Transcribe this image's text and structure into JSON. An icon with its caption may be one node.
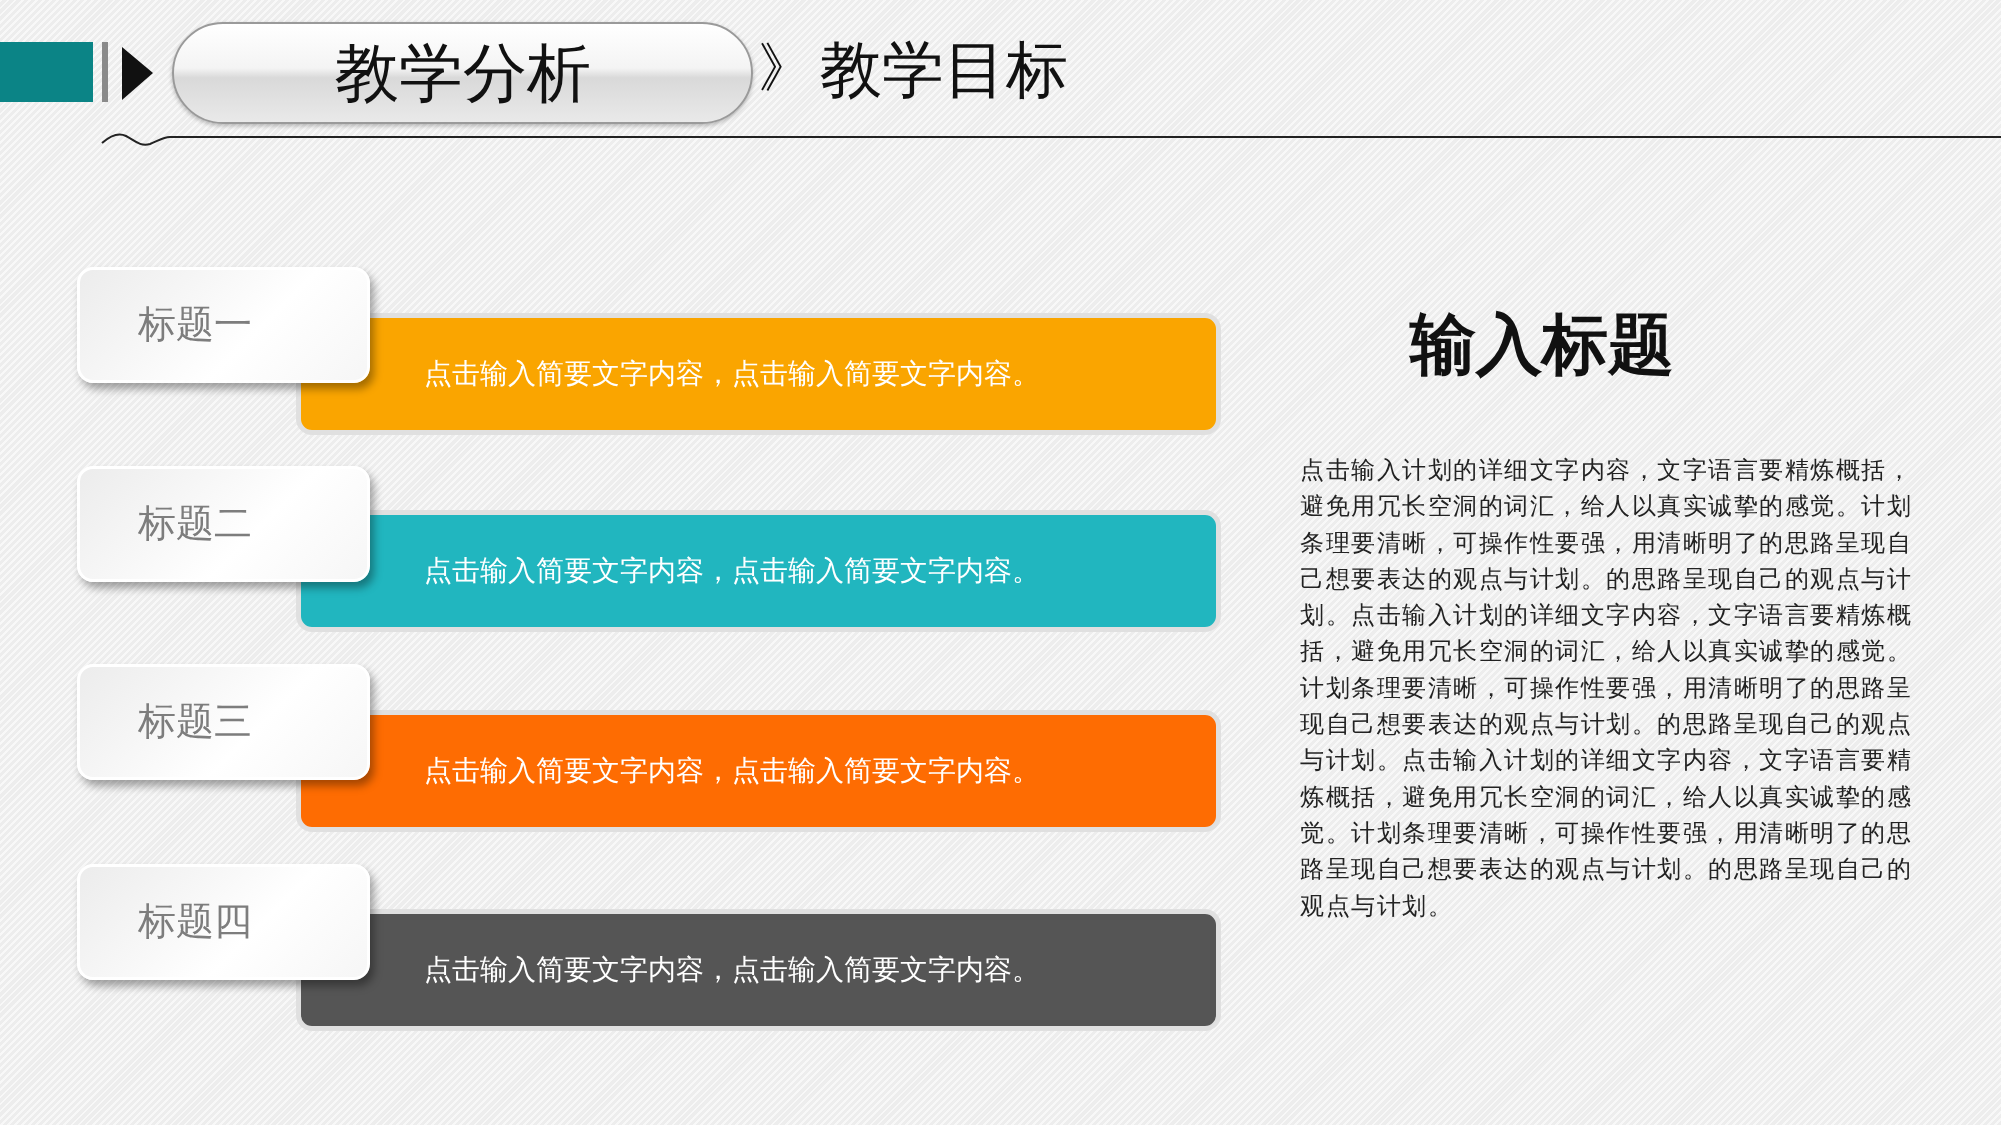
{
  "diagram": {
    "nodes": [
      {
        "text": [
          "教学分析"
        ]
      },
      {
        "text": [
          "标题一"
        ]
      },
      {
        "text": [
          "点击输入简要文字内容，点击输入简要文字内容。"
        ]
      },
      {
        "text": [
          "标题二"
        ]
      },
      {
        "text": [
          "点击输入简要文字内容，点击输入简要文字内容。"
        ]
      },
      {
        "text": [
          "标题三"
        ]
      },
      {
        "text": [
          "点击输入简要文字内容，点击输入简要文字内容。"
        ]
      },
      {
        "text": [
          "标题四"
        ]
      },
      {
        "text": [
          "点击输入简要文字内容，点击输入简要文字内容。"
        ]
      }
    ],
    "labels": [
      "》",
      "教学目标",
      "输入标题",
      "点击输入计划的详细文字内容，文字语言要精炼概括，避免用冗长空洞的词汇，给人以真实诚挚的感觉。计划条理要清晰，可操作性要强，用清晰明了的思路呈现自己想要表达的观点与计划。的思路呈现自己的观点与计划。点击输入计划的详细文字内容，文字语言要精炼概括，避免用冗长空洞的词汇，给人以真实诚挚的感觉。计划条理要清晰，可操作性要强，用清晰明了的思路呈现自己想要表达的观点与计划。的思路呈现自己的观点与计划。点击输入计划的详细文字内容，文字语言要精炼概括，避免用冗长空洞的词汇，给人以真实诚挚的感觉。计划条理要清晰，可操作性要强，用清晰明了的思路呈现自己想要表达的观点与计划。的思路呈现自己的观点与计划。"
    ]
  }
}
